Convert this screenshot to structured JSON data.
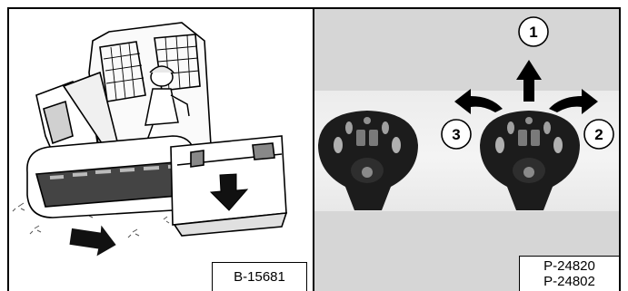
{
  "figure_left": {
    "code": "B-15681"
  },
  "figure_right": {
    "codes": [
      "P-24820",
      "P-24802"
    ],
    "callouts": [
      "1",
      "2",
      "3"
    ]
  },
  "colors": {
    "border": "#000000",
    "photo_background": "#d6d6d6"
  }
}
